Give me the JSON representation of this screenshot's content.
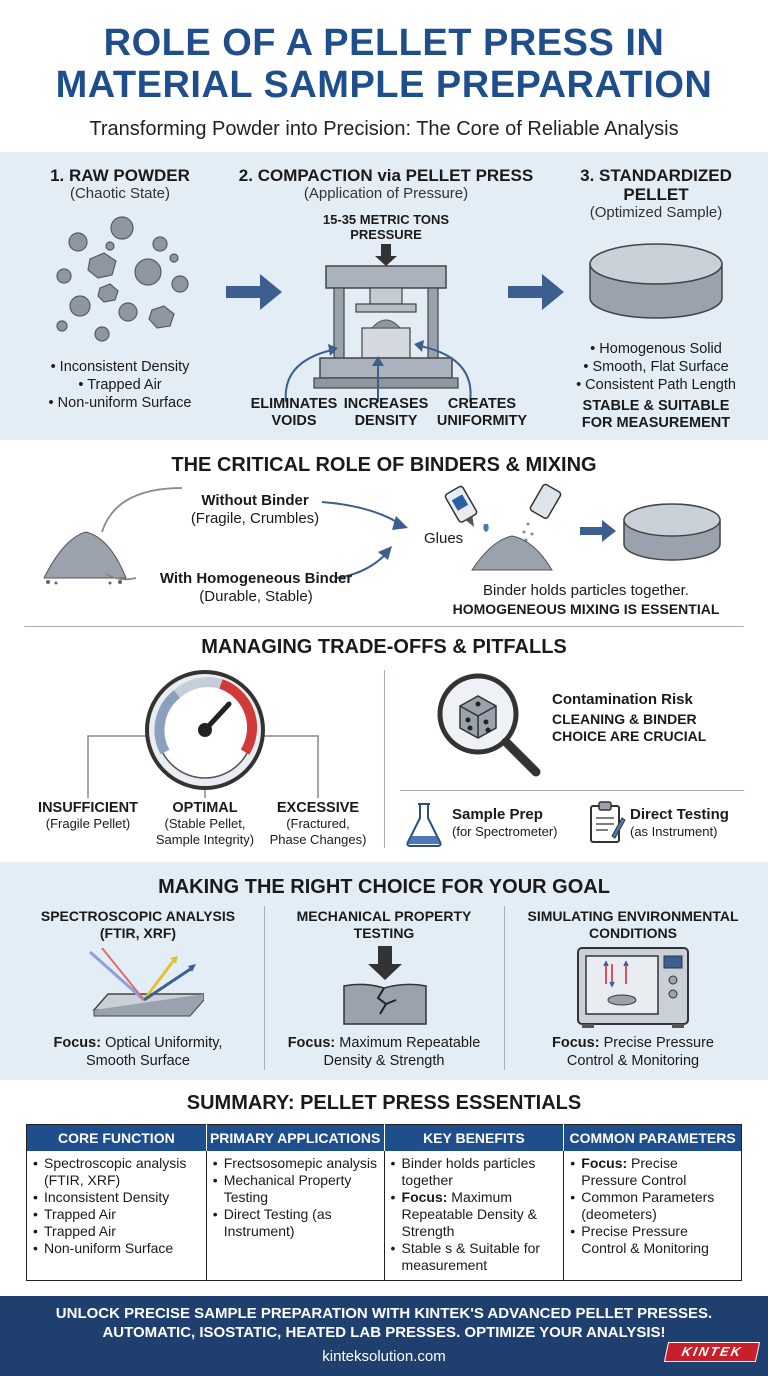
{
  "header": {
    "title_line1": "ROLE OF A PELLET PRESS IN",
    "title_line2": "MATERIAL SAMPLE PREPARATION",
    "subtitle": "Transforming Powder into Precision: The Core of Reliable Analysis"
  },
  "process": {
    "step1": {
      "title": "1. RAW POWDER",
      "sub": "(Chaotic State)",
      "bullets": [
        "• Inconsistent Density",
        "• Trapped Air",
        "• Non-uniform Surface"
      ]
    },
    "step2": {
      "title": "2. COMPACTION via PELLET PRESS",
      "sub": "(Application of Pressure)",
      "pressure_line1": "15-35 METRIC TONS",
      "pressure_line2": "PRESSURE",
      "effects": [
        {
          "line1": "ELIMINATES",
          "line2": "VOIDS"
        },
        {
          "line1": "INCREASES",
          "line2": "DENSITY"
        },
        {
          "line1": "CREATES",
          "line2": "UNIFORMITY"
        }
      ]
    },
    "step3": {
      "title_line1": "3. STANDARDIZED",
      "title_line2": "PELLET",
      "sub": "(Optimized Sample)",
      "bullets": [
        "• Homogenous Solid",
        "• Smooth, Flat Surface",
        "• Consistent Path Length"
      ],
      "note_line1": "STABLE & SUITABLE",
      "note_line2": "FOR MEASUREMENT"
    }
  },
  "binders": {
    "title": "THE CRITICAL ROLE OF BINDERS & MIXING",
    "without": {
      "label": "Without Binder",
      "sub": "(Fragile, Crumbles)"
    },
    "with": {
      "label": "With Homogeneous Binder",
      "sub": "(Durable, Stable)"
    },
    "glues": "Glues",
    "note1": "Binder holds particles together.",
    "note2": "HOMOGENEOUS MIXING IS ESSENTIAL"
  },
  "tradeoffs": {
    "title": "MANAGING TRADE-OFFS & PITFALLS",
    "insufficient": {
      "label": "INSUFFICIENT",
      "sub": "(Fragile Pellet)"
    },
    "optimal": {
      "label": "OPTIMAL",
      "sub1": "(Stable Pellet,",
      "sub2": "Sample Integrity)"
    },
    "excessive": {
      "label": "EXCESSIVE",
      "sub1": "(Fractured,",
      "sub2": "Phase Changes)"
    },
    "contamination": {
      "label": "Contamination Risk",
      "note1": "CLEANING & BINDER",
      "note2": "CHOICE ARE CRUCIAL"
    },
    "sample_prep": {
      "label": "Sample Prep",
      "sub": "(for Spectrometer)"
    },
    "direct_testing": {
      "label": "Direct Testing",
      "sub": "(as Instrument)"
    }
  },
  "goal": {
    "title": "MAKING THE RIGHT CHOICE FOR YOUR GOAL",
    "cols": [
      {
        "title1": "SPECTROSCOPIC ANALYSIS",
        "title2": "(FTIR, XRF)",
        "focus_label": "Focus:",
        "focus1": " Optical Uniformity,",
        "focus2": "Smooth Surface"
      },
      {
        "title1": "MECHANICAL PROPERTY",
        "title2": "TESTING",
        "focus_label": "Focus:",
        "focus1": " Maximum Repeatable",
        "focus2": "Density & Strength"
      },
      {
        "title1": "SIMULATING ENVIRONMENTAL",
        "title2": "CONDITIONS",
        "focus_label": "Focus:",
        "focus1": " Precise Pressure",
        "focus2": "Control & Monitoring"
      }
    ]
  },
  "summary": {
    "title": "SUMMARY: PELLET PRESS ESSENTIALS",
    "headers": [
      "CORE FUNCTION",
      "PRIMARY APPLICATIONS",
      "KEY BENEFITS",
      "COMMON PARAMETERS"
    ],
    "col1": [
      "Spectroscopic analysis (FTIR, XRF)",
      "Inconsistent Density",
      "Trapped Air",
      "Trapped Air",
      "Non-uniform Surface"
    ],
    "col2": [
      "Frectsosomepic analysis",
      "Mechanical Property Testing",
      "Direct Testing (as Instrument)"
    ],
    "col3_b1": "Binder holds particles together",
    "col3_b2_label": "Focus:",
    "col3_b2_text": " Maximum Repeatable Density & Strength",
    "col3_b3": "Stable s & Suitable for measurement",
    "col4_b1_label": "Focus:",
    "col4_b1_text": " Precise Pressure Control",
    "col4_b2": "Common Parameters (deometers)",
    "col4_b3": "Precise Pressure Control & Monitoring"
  },
  "footer": {
    "cta1": "UNLOCK PRECISE SAMPLE PREPARATION WITH KINTEK'S ADVANCED PELLET PRESSES.",
    "cta2": "AUTOMATIC, ISOSTATIC, HEATED LAB PRESSES. OPTIMIZE YOUR ANALYSIS!",
    "url": "kinteksolution.com",
    "logo": "KINTEK"
  },
  "colors": {
    "brand_blue": "#1f4e8c",
    "band_bg": "#e3edf6",
    "footer_bg": "#1f3f6e",
    "logo_red": "#c8202a"
  }
}
